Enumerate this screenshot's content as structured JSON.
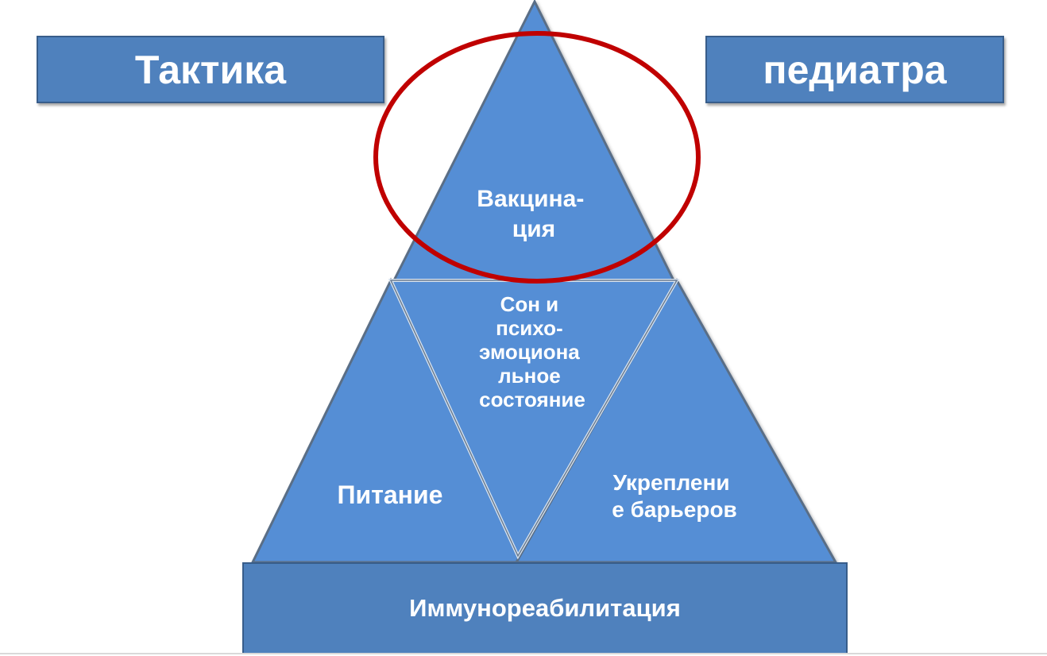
{
  "slide": {
    "title_left": "Тактика",
    "title_right": "педиатра",
    "top_triangle": [
      "Вакцина-",
      "ция"
    ],
    "center_triangle": [
      "Сон и",
      "психо-",
      "эмоциона",
      "льное",
      "состояние"
    ],
    "left_triangle": [
      "Питание"
    ],
    "right_triangle": [
      "Укреплени",
      "е барьеров"
    ],
    "base": "Иммунореабилитация"
  },
  "colors": {
    "fill": "#558ed5",
    "box_fill": "#4f81bd",
    "outline": "#385d8a",
    "highlight_ellipse": "#c00000",
    "text": "#ffffff"
  }
}
